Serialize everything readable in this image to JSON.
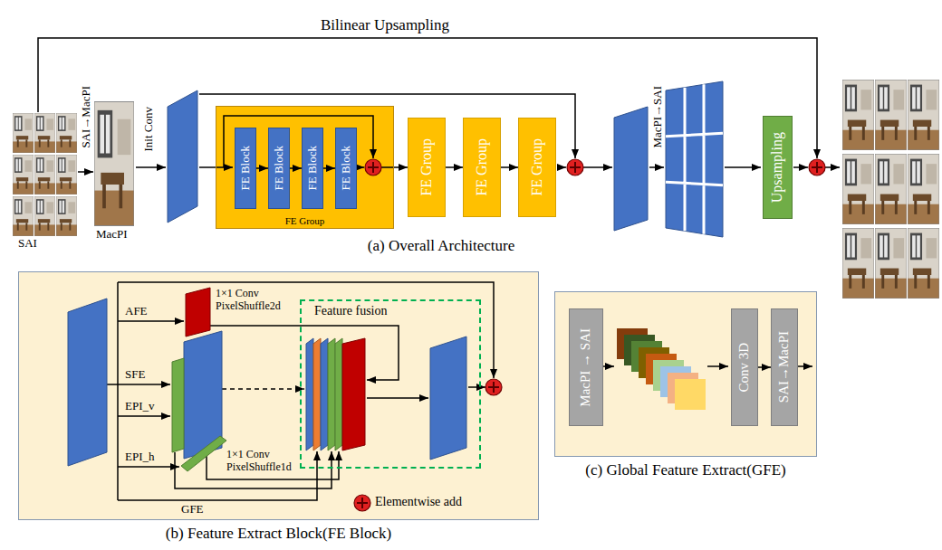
{
  "diagram": {
    "nodes": [
      {
        "text": [
          "FE Group"
        ]
      },
      {
        "text": [
          "FE Block"
        ],
        "in": 0
      },
      {
        "text": [
          "FE Block"
        ],
        "in": 0
      },
      {
        "text": [
          "FE Block"
        ],
        "in": 0
      },
      {
        "text": [
          "FE Block"
        ],
        "in": 0
      },
      {
        "text": [
          "FE Group"
        ]
      },
      {
        "text": [
          "FE Group"
        ]
      },
      {
        "text": [
          "FE Group"
        ]
      },
      {
        "text": [
          "Upsampling"
        ]
      },
      {
        "text": [
          "(b) Feature Extract Block(FE Block)"
        ]
      },
      {
        "text": [
          "Feature fusion"
        ],
        "in": 9
      },
      {
        "text": [
          "(c) Global Feature Extract(GFE)"
        ]
      },
      {
        "text": [
          "MacPI → SAI"
        ],
        "in": 11
      },
      {
        "text": [
          "Conv 3D"
        ],
        "in": 11
      },
      {
        "text": [
          "SAI→MacPI"
        ],
        "in": 11
      }
    ],
    "edges": [
      {
        "from": 1,
        "to": 2,
        "arrow": "to"
      },
      {
        "from": 2,
        "to": 3,
        "arrow": "to"
      },
      {
        "from": 3,
        "to": 4,
        "arrow": "to"
      },
      {
        "from": 0,
        "to": 5,
        "arrow": "to"
      },
      {
        "from": 5,
        "to": 6,
        "arrow": "to"
      },
      {
        "from": 6,
        "to": 7,
        "arrow": "to"
      },
      {
        "from": 13,
        "to": 14,
        "arrow": "to"
      }
    ],
    "labels": [
      "Bilinear Upsampling",
      "SAI→MacPI",
      "SAI",
      "MacPI",
      "Init Conv",
      "MacPI→SAI",
      "(a) Overall Architecture",
      "AFE",
      "1×1 Conv PixelShuffle2d",
      "SFE",
      "EPI_v",
      "EPI_h",
      "1×1 Conv PixelShuffle1d",
      "GFE"
    ],
    "legend": [
      {
        "text": "Elementwise add"
      }
    ]
  }
}
